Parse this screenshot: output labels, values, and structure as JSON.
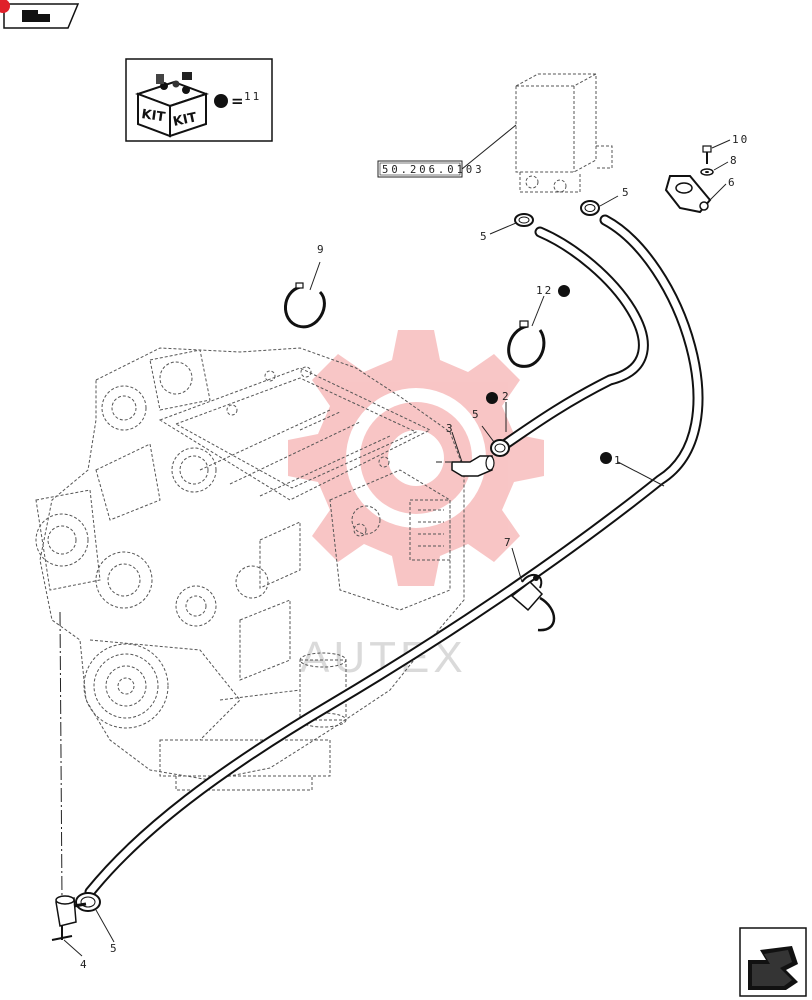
{
  "reference_code": "50.206.0103",
  "kit": {
    "label_left": "KIT",
    "label_right": "KIT",
    "equals": "=",
    "item": "11"
  },
  "callouts": {
    "c1": "1",
    "c2": "2",
    "c3": "3",
    "c4": "4",
    "c5a": "5",
    "c5b": "5",
    "c5c": "5",
    "c5d": "5",
    "c6": "6",
    "c7": "7",
    "c8": "8",
    "c9": "9",
    "c10": "10",
    "c12": "12"
  },
  "watermark": "AUTEX",
  "colors": {
    "line": "#111111",
    "watermark": "#f2a0a0",
    "corner_badge": "#e0202a"
  }
}
